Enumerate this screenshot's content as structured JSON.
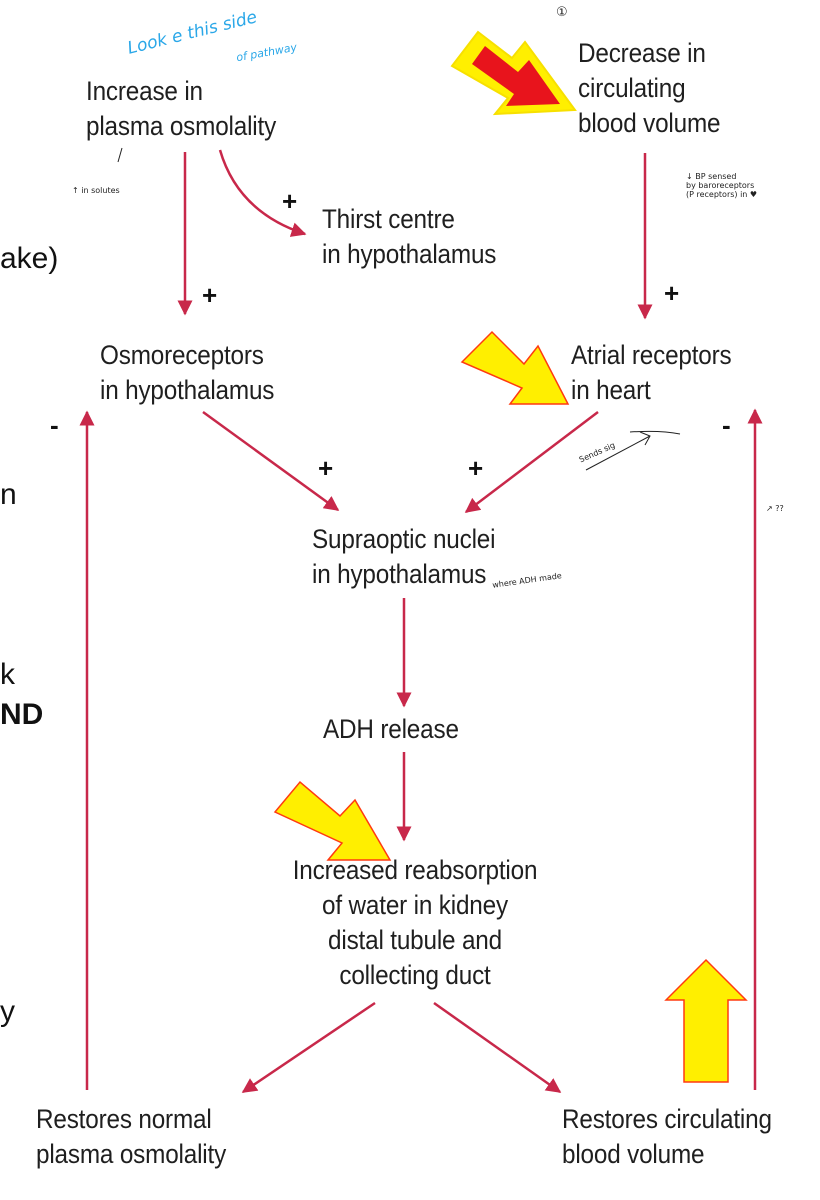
{
  "colors": {
    "arrow": "#c8284a",
    "highlight_fill": "#ffef00",
    "highlight_red": "#e8141c",
    "annotation_blue": "#2aa7e8",
    "pen": "#222222"
  },
  "nodes": {
    "plasma_osmolality": "Increase in\nplasma osmolality",
    "blood_volume_decrease": "Decrease in\ncirculating\nblood volume",
    "thirst_centre": "Thirst centre\nin hypothalamus",
    "osmoreceptors": "Osmoreceptors\nin hypothalamus",
    "atrial_receptors": "Atrial receptors\nin heart",
    "supraoptic": "Supraoptic nuclei\nin hypothalamus",
    "adh_release": "ADH release",
    "reabsorption": "Increased reabsorption\nof water in kidney\ndistal tubule and\ncollecting duct",
    "restores_osmolality": "Restores normal\nplasma osmolality",
    "restores_volume": "Restores circulating\nblood volume"
  },
  "signs": {
    "thirst_plus": "+",
    "osmo_plus": "+",
    "atrial_plus": "+",
    "supra_left_plus": "+",
    "supra_right_plus": "+",
    "feedback_left_minus": "-",
    "feedback_right_minus": "-"
  },
  "cut_text": {
    "ake": "ake)",
    "n": "n",
    "k": "k",
    "nd": "ND",
    "y": "y"
  },
  "annotations": {
    "look_side": "Look e this side",
    "of_pathway": "of pathway",
    "circled_one": "①",
    "solutes": "↑ in solutes",
    "bp_sensed": "↓ BP sensed\nby baroreceptors\n(P receptors) in ♥",
    "sends_sig": "Sends sig",
    "where_adh": "where ADH made",
    "small_arrow": "↗ ??"
  }
}
